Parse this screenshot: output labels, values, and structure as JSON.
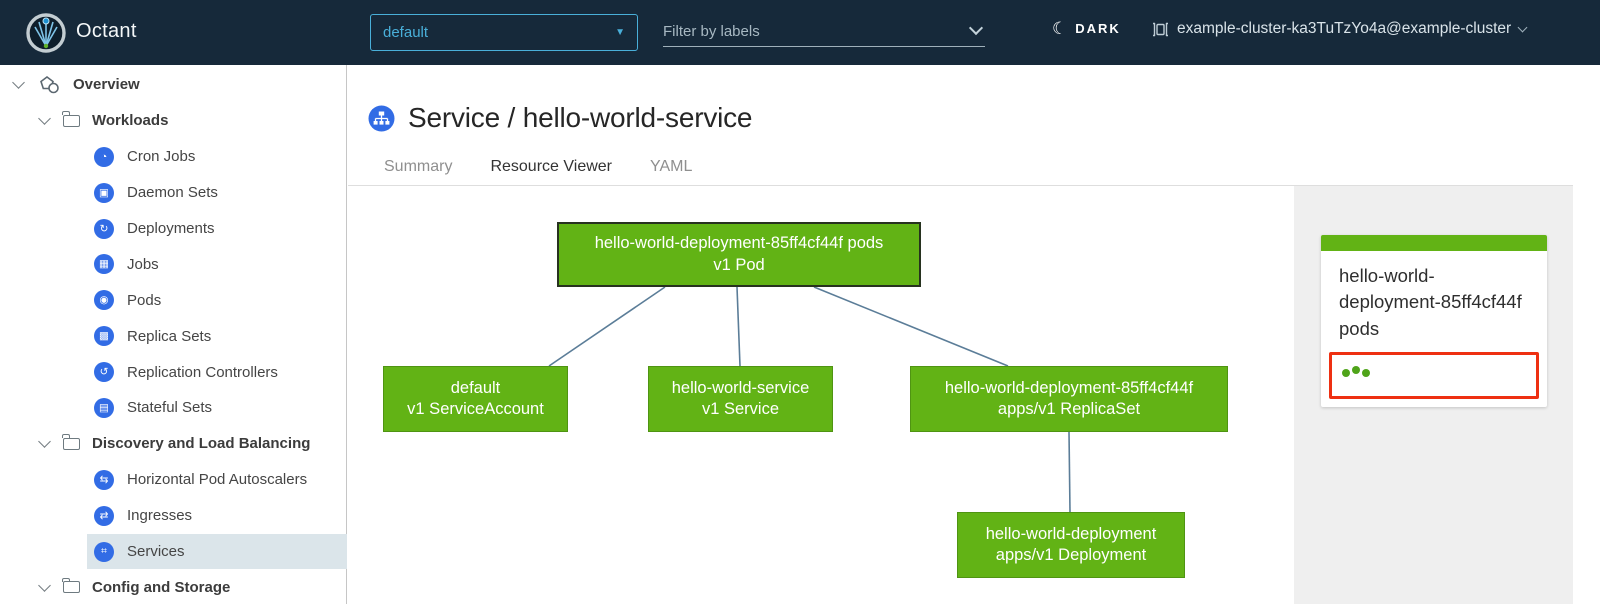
{
  "header": {
    "app_title": "Octant",
    "namespace_dropdown": {
      "value": "default"
    },
    "filter_input": {
      "placeholder": "Filter by labels"
    },
    "theme_toggle": {
      "label": "DARK",
      "icon": "moon-icon"
    },
    "cluster_context": {
      "label": "example-cluster-ka3TuTzYo4a@example-cluster",
      "icon": "cluster-icon"
    }
  },
  "sidebar": {
    "items": [
      {
        "label": "Overview",
        "icon": "objects-icon",
        "type": "root"
      },
      {
        "label": "Workloads",
        "icon": "folder-icon",
        "type": "group"
      },
      {
        "label": "Cron Jobs",
        "icon": "cronjob-icon",
        "glyph": "◔"
      },
      {
        "label": "Daemon Sets",
        "icon": "daemonset-icon",
        "glyph": "▣"
      },
      {
        "label": "Deployments",
        "icon": "deployment-icon",
        "glyph": "↻"
      },
      {
        "label": "Jobs",
        "icon": "job-icon",
        "glyph": "▦"
      },
      {
        "label": "Pods",
        "icon": "pod-icon",
        "glyph": "◉"
      },
      {
        "label": "Replica Sets",
        "icon": "replicaset-icon",
        "glyph": "▩"
      },
      {
        "label": "Replication Controllers",
        "icon": "replicationcontroller-icon",
        "glyph": "↺"
      },
      {
        "label": "Stateful Sets",
        "icon": "statefulset-icon",
        "glyph": "▤"
      },
      {
        "label": "Discovery and Load Balancing",
        "icon": "folder-icon",
        "type": "group"
      },
      {
        "label": "Horizontal Pod Autoscalers",
        "icon": "hpa-icon",
        "glyph": "⇆"
      },
      {
        "label": "Ingresses",
        "icon": "ingress-icon",
        "glyph": "⇄"
      },
      {
        "label": "Services",
        "icon": "service-icon",
        "glyph": "⌗",
        "selected": true
      },
      {
        "label": "Config and Storage",
        "icon": "folder-icon",
        "type": "group"
      }
    ]
  },
  "main": {
    "title": "Service / hello-world-service",
    "title_icon": "service-icon",
    "tabs": [
      {
        "label": "Summary"
      },
      {
        "label": "Resource Viewer",
        "active": true
      },
      {
        "label": "YAML"
      }
    ],
    "graph": {
      "nodes": [
        {
          "id": "pod",
          "line1": "hello-world-deployment-85ff4cf44f pods",
          "line2": "v1 Pod",
          "selected": true
        },
        {
          "id": "serviceaccount",
          "line1": "default",
          "line2": "v1 ServiceAccount"
        },
        {
          "id": "service",
          "line1": "hello-world-service",
          "line2": "v1 Service"
        },
        {
          "id": "replicaset",
          "line1": "hello-world-deployment-85ff4cf44f",
          "line2": "apps/v1 ReplicaSet"
        },
        {
          "id": "deployment",
          "line1": "hello-world-deployment",
          "line2": "apps/v1 Deployment"
        }
      ],
      "edges": [
        {
          "from": "pod",
          "to": "serviceaccount"
        },
        {
          "from": "pod",
          "to": "service"
        },
        {
          "from": "pod",
          "to": "replicaset"
        },
        {
          "from": "replicaset",
          "to": "deployment"
        }
      ]
    },
    "detail_panel": {
      "card_title": "hello-world-deployment-85ff4cf44f pods",
      "pod_status": {
        "count": 3,
        "dot_color": "#4fa41a",
        "highlight_border": "#ee3012"
      }
    }
  },
  "colors": {
    "header_bg": "#16293a",
    "accent_blue": "#49afd9",
    "tab_active_underline": "#1588c9",
    "node_green": "#62b315",
    "badge_blue": "#326ce5",
    "selected_row_bg": "#dbe5ea",
    "status_red": "#ee3012"
  }
}
